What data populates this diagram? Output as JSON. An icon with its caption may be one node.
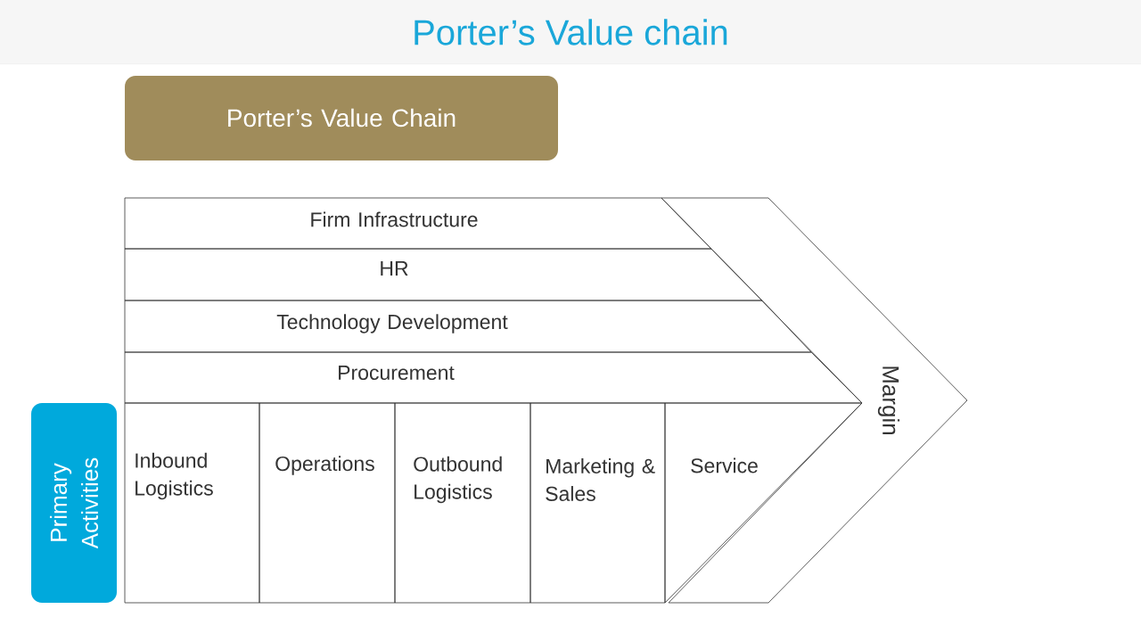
{
  "diagram": {
    "title": "Porter’s Value chain",
    "nodes": [
      {
        "text": [
          "Porter’s Value Chain"
        ]
      },
      {
        "text": [
          "Firm Infrastructure"
        ]
      },
      {
        "text": [
          "HR"
        ]
      },
      {
        "text": [
          "Technology Development"
        ]
      },
      {
        "text": [
          "Procurement"
        ]
      },
      {
        "text": [
          "Inbound Logistics"
        ]
      },
      {
        "text": [
          "Operations"
        ]
      },
      {
        "text": [
          "Outbound Logistics"
        ]
      },
      {
        "text": [
          "Marketing & Sales"
        ]
      },
      {
        "text": [
          "Service"
        ]
      },
      {
        "text": [
          "Margin"
        ]
      },
      {
        "text": [
          "Primary Activities"
        ]
      }
    ]
  }
}
